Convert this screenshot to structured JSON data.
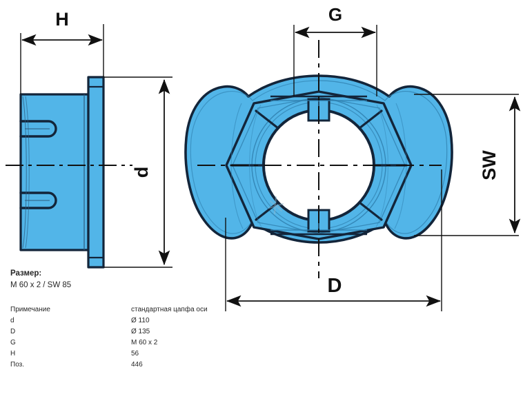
{
  "document": {
    "type": "engineering-drawing",
    "description": "Axle spindle cap nut - side section view and front view"
  },
  "colors": {
    "part_fill": "#52b5e8",
    "part_fill_light": "#7ecbf0",
    "part_fill_dark": "#3ba5dd",
    "outline": "#13253a",
    "dimension_line": "#111111",
    "background": "#ffffff",
    "text": "#262626"
  },
  "dimensions": {
    "h_label": "H",
    "d_label": "d",
    "g_label": "G",
    "sw_label": "SW",
    "dd_label": "D"
  },
  "spec": {
    "title": "Размер:",
    "value": "M 60 x 2 / SW 85"
  },
  "table": {
    "rows": [
      {
        "key": "Примечание",
        "value": "стандартная цапфа оси"
      },
      {
        "key": "d",
        "value": "Ø 110"
      },
      {
        "key": "D",
        "value": "Ø 135"
      },
      {
        "key": "G",
        "value": "M 60 x 2"
      },
      {
        "key": "H",
        "value": "56"
      },
      {
        "key": "Поз.",
        "value": "446"
      }
    ]
  }
}
